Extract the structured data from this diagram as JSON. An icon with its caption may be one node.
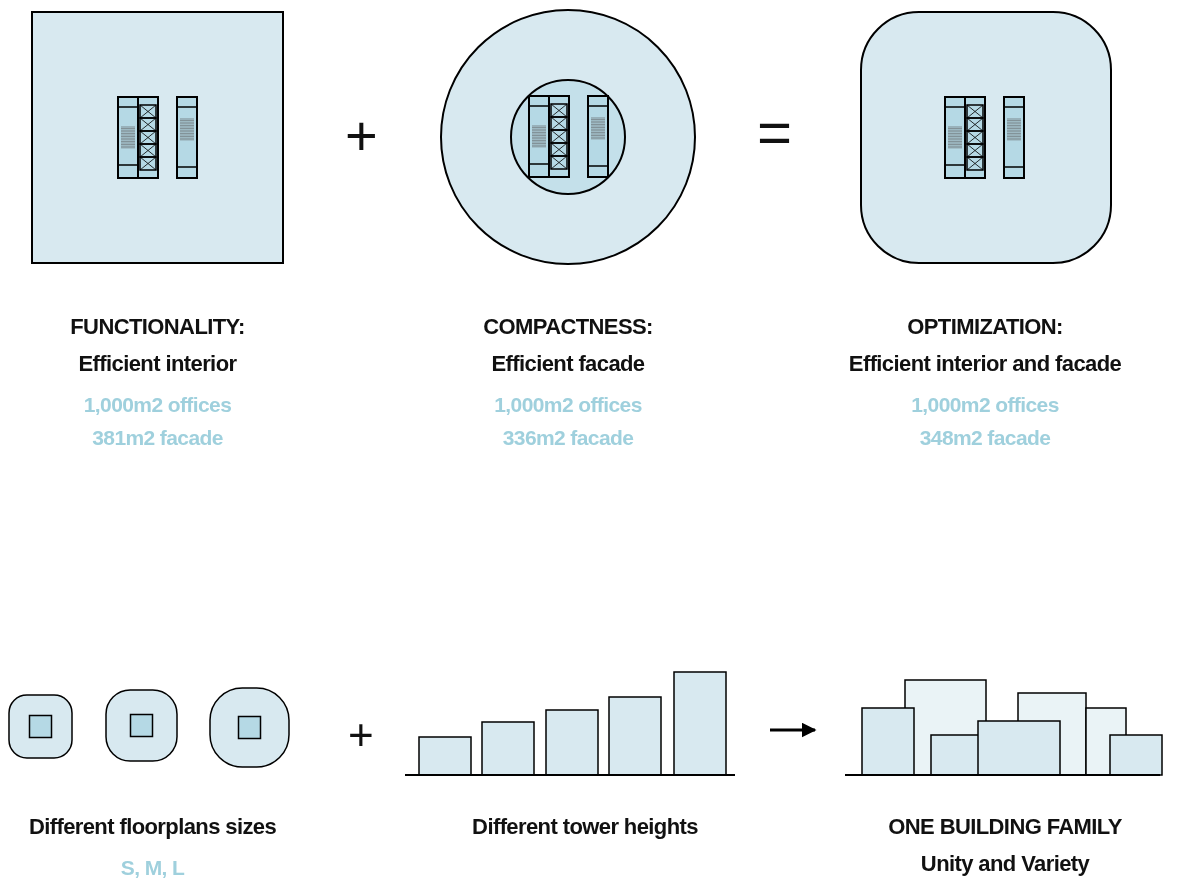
{
  "diagram": {
    "nodes": [
      {
        "text": [
          "FUNCTIONALITY:",
          "Efficient interior",
          "1,000m2 offices 381m2 facade"
        ]
      },
      {
        "text": [
          "COMPACTNESS:",
          "Efficient facade",
          "1,000m2 offices 336m2 facade"
        ]
      },
      {
        "text": [
          "OPTIMIZATION:",
          "Efficient interior and facade",
          "1,000m2 offices 348m2 facade"
        ]
      },
      {
        "text": [
          "Different floorplans sizes",
          "S, M, L"
        ]
      },
      {
        "text": [
          "Different tower heights"
        ]
      },
      {
        "text": [
          "ONE BUILDING FAMILY",
          "Unity and Variety"
        ]
      }
    ],
    "edges": [
      {
        "from": 4,
        "to": 5,
        "arrow": "to"
      }
    ],
    "labels": [
      "+",
      "=",
      "+"
    ]
  }
}
